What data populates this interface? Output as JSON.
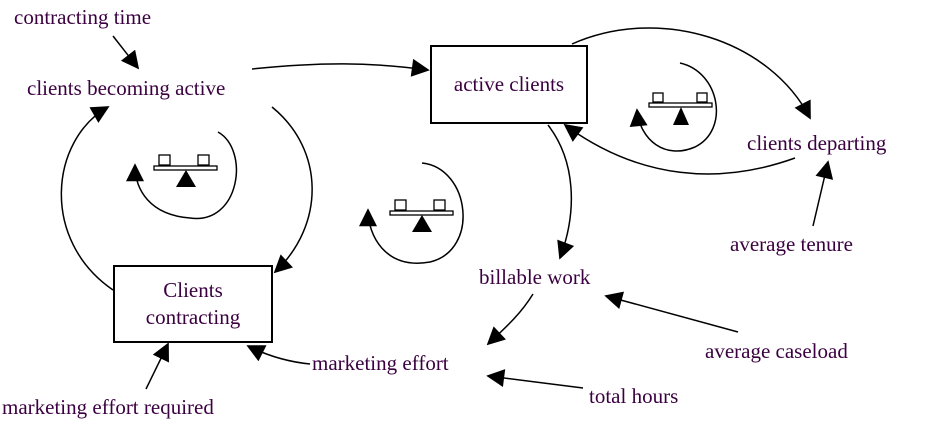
{
  "diagram": {
    "type": "causal-loop / stock-flow",
    "stocks": {
      "active_clients": "active clients",
      "clients_contracting_line1": "Clients",
      "clients_contracting_line2": "contracting"
    },
    "variables": {
      "contracting_time": "contracting time",
      "clients_becoming_active": "clients becoming active",
      "clients_departing": "clients departing",
      "average_tenure": "average tenure",
      "billable_work": "billable work",
      "average_caseload": "average caseload",
      "marketing_effort": "marketing effort",
      "total_hours": "total hours",
      "marketing_effort_required": "marketing effort required"
    },
    "loops": [
      {
        "name": "left-loop",
        "type": "balancing",
        "icon": "balance-icon"
      },
      {
        "name": "center-loop",
        "type": "balancing",
        "icon": "balance-icon"
      },
      {
        "name": "right-loop",
        "type": "balancing",
        "icon": "balance-icon"
      }
    ],
    "links": [
      {
        "from": "contracting time",
        "to": "clients becoming active"
      },
      {
        "from": "clients becoming active",
        "to": "active clients"
      },
      {
        "from": "clients becoming active",
        "to": "Clients contracting"
      },
      {
        "from": "Clients contracting",
        "to": "clients becoming active"
      },
      {
        "from": "active clients",
        "to": "clients departing"
      },
      {
        "from": "clients departing",
        "to": "active clients"
      },
      {
        "from": "average tenure",
        "to": "clients departing"
      },
      {
        "from": "active clients",
        "to": "billable work"
      },
      {
        "from": "average caseload",
        "to": "billable work"
      },
      {
        "from": "billable work",
        "to": "marketing effort"
      },
      {
        "from": "total hours",
        "to": "marketing effort"
      },
      {
        "from": "marketing effort",
        "to": "Clients contracting"
      },
      {
        "from": "marketing effort required",
        "to": "Clients contracting"
      }
    ]
  }
}
